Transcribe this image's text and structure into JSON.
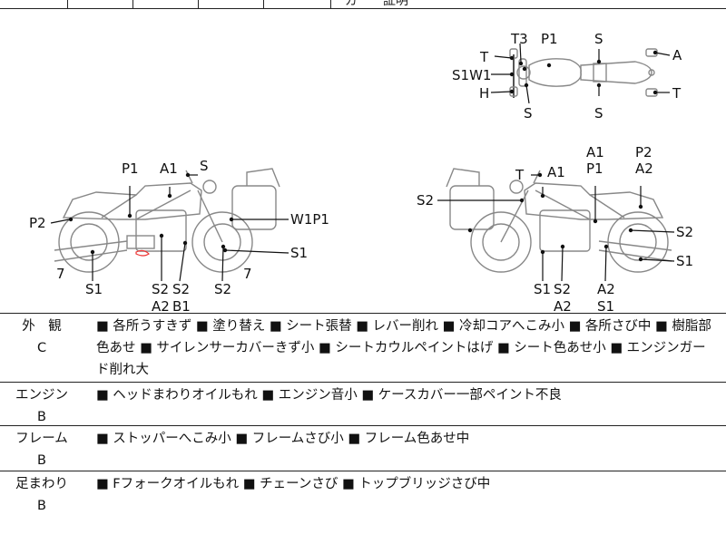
{
  "top_strip": {
    "cut_text": "ガ　　証明"
  },
  "diagram": {
    "top_view": {
      "labels": [
        "T3",
        "P1",
        "S",
        "T",
        "A",
        "S1W1",
        "H",
        "T",
        "S",
        "S"
      ]
    },
    "left_view": {
      "labels": [
        "P1",
        "A1",
        "S",
        "P2",
        "W1P1",
        "S1",
        "7",
        "S1",
        "S2",
        "S2",
        "A2",
        "B1",
        "S2",
        "7"
      ]
    },
    "right_view": {
      "labels": [
        "A1",
        "P2",
        "T",
        "A1",
        "P1",
        "A2",
        "S2",
        "S2",
        "S1",
        "S1",
        "S2",
        "A2",
        "A2",
        "S1"
      ]
    }
  },
  "rows": [
    {
      "category": "外　観",
      "grade": "C",
      "items": "■ 各所うすきず ■ 塗り替え ■ シート張替 ■ レバー削れ ■ 冷却コアへこみ小 ■ 各所さび中 ■ 樹脂部色あせ ■ サイレンサーカバーきず小 ■ シートカウルペイントはげ ■ シート色あせ小 ■ エンジンガード削れ大"
    },
    {
      "category": "エンジン",
      "grade": "B",
      "items": "■ ヘッドまわりオイルもれ ■ エンジン音小 ■ ケースカバー一部ペイント不良"
    },
    {
      "category": "フレーム",
      "grade": "B",
      "items": "■ ストッパーへこみ小 ■ フレームさび小 ■ フレーム色あせ中"
    },
    {
      "category": "足まわり",
      "grade": "B",
      "items": "■ Fフォークオイルもれ ■ チェーンさび ■ トップブリッジさび中"
    }
  ]
}
